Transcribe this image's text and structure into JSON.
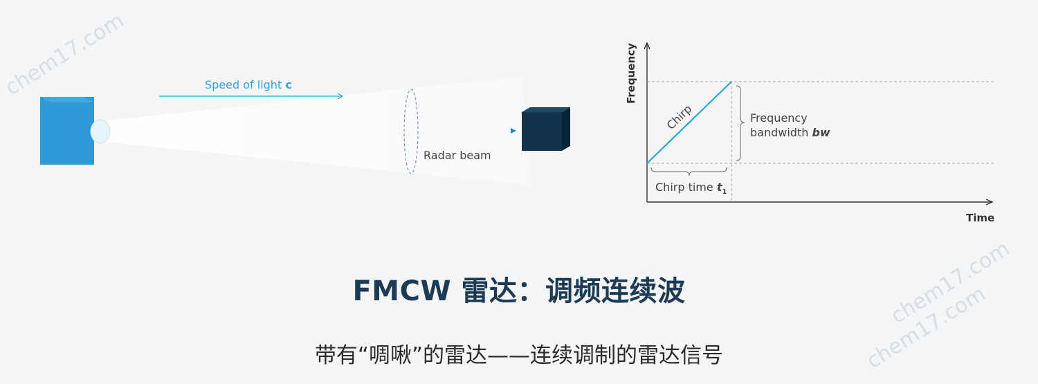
{
  "radar": {
    "speed_label": "Speed of light",
    "speed_symbol": "c",
    "beam_label": "Radar beam"
  },
  "chirp_graph": {
    "y_axis_label": "Frequency",
    "x_axis_label": "Time",
    "chirp_label": "Chirp",
    "bandwidth_label_line1": "Frequency",
    "bandwidth_label_line2": "bandwidth",
    "bandwidth_symbol": "bw",
    "chirp_time_label": "Chirp time",
    "chirp_time_symbol": "t",
    "chirp_time_subscript": "1"
  },
  "colors": {
    "radar_box": "#2e9ad8",
    "target_box": "#12344a",
    "beam": "#22a6e0",
    "text_accent": "#2fa4dc",
    "title": "#1d3b55"
  },
  "caption": {
    "title": "FMCW 雷达：调频连续波",
    "subtitle": "带有“啁啾”的雷达——连续调制的雷达信号"
  },
  "watermark": "chem17.com"
}
